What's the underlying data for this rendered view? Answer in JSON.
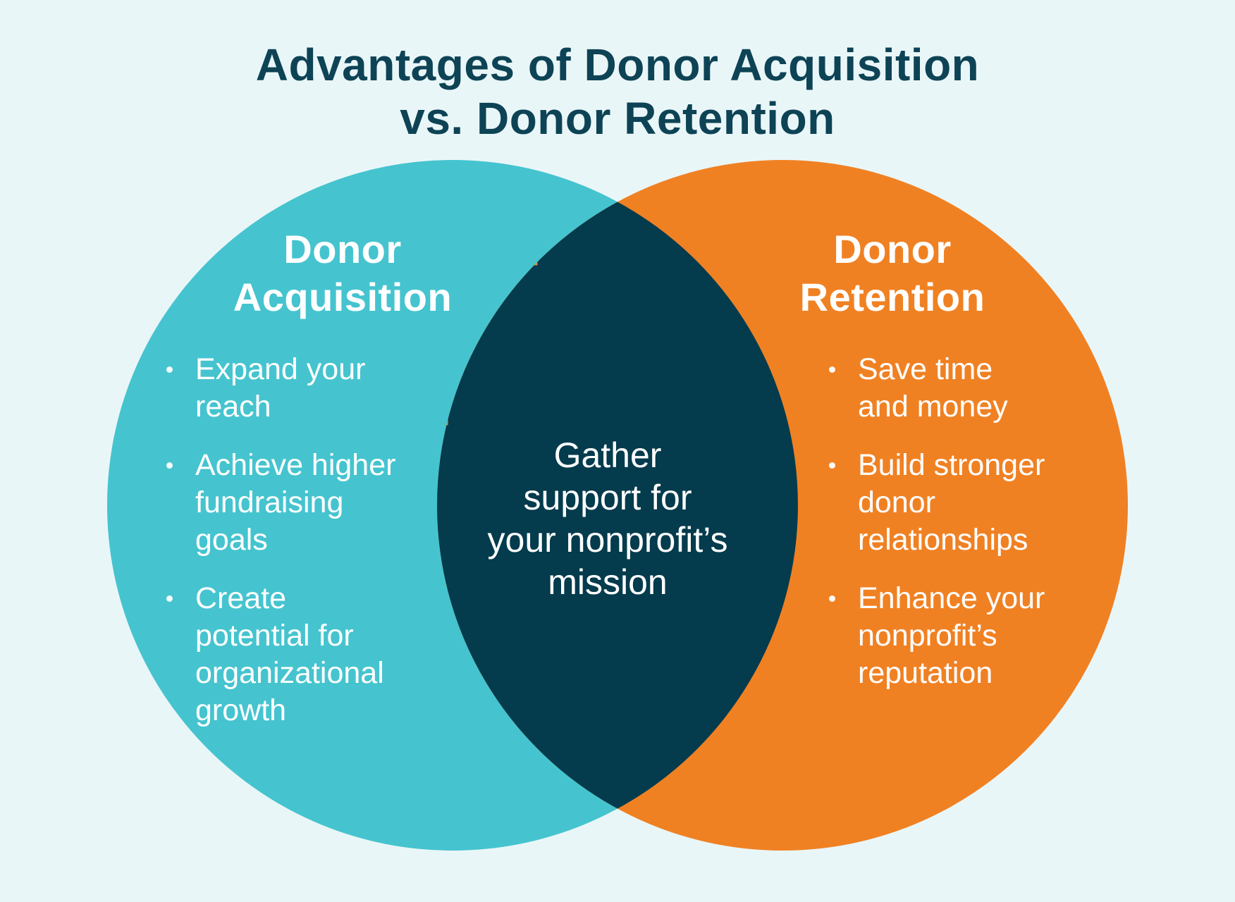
{
  "title": {
    "text": "Advantages of Donor Acquisition\nvs. Donor Retention"
  },
  "colors": {
    "background": "#e9f6f8",
    "left_circle": "#45c4cf",
    "right_circle": "#f08123",
    "overlap": "#043b4d",
    "title_text": "#0d4355",
    "body_text": "#ffffff"
  },
  "venn": {
    "left": {
      "heading": "Donor\nAcquisition",
      "bullets": [
        "Expand your\nreach",
        "Achieve higher\nfundraising\ngoals",
        "Create\npotential for\norganizational\ngrowth"
      ]
    },
    "overlap": {
      "text": "Gather\nsupport for\nyour nonprofit’s\nmission"
    },
    "right": {
      "heading": "Donor\nRetention",
      "bullets": [
        "Save time\nand money",
        "Build stronger\ndonor\nrelationships",
        "Enhance your\nnonprofit’s\nreputation"
      ]
    }
  }
}
